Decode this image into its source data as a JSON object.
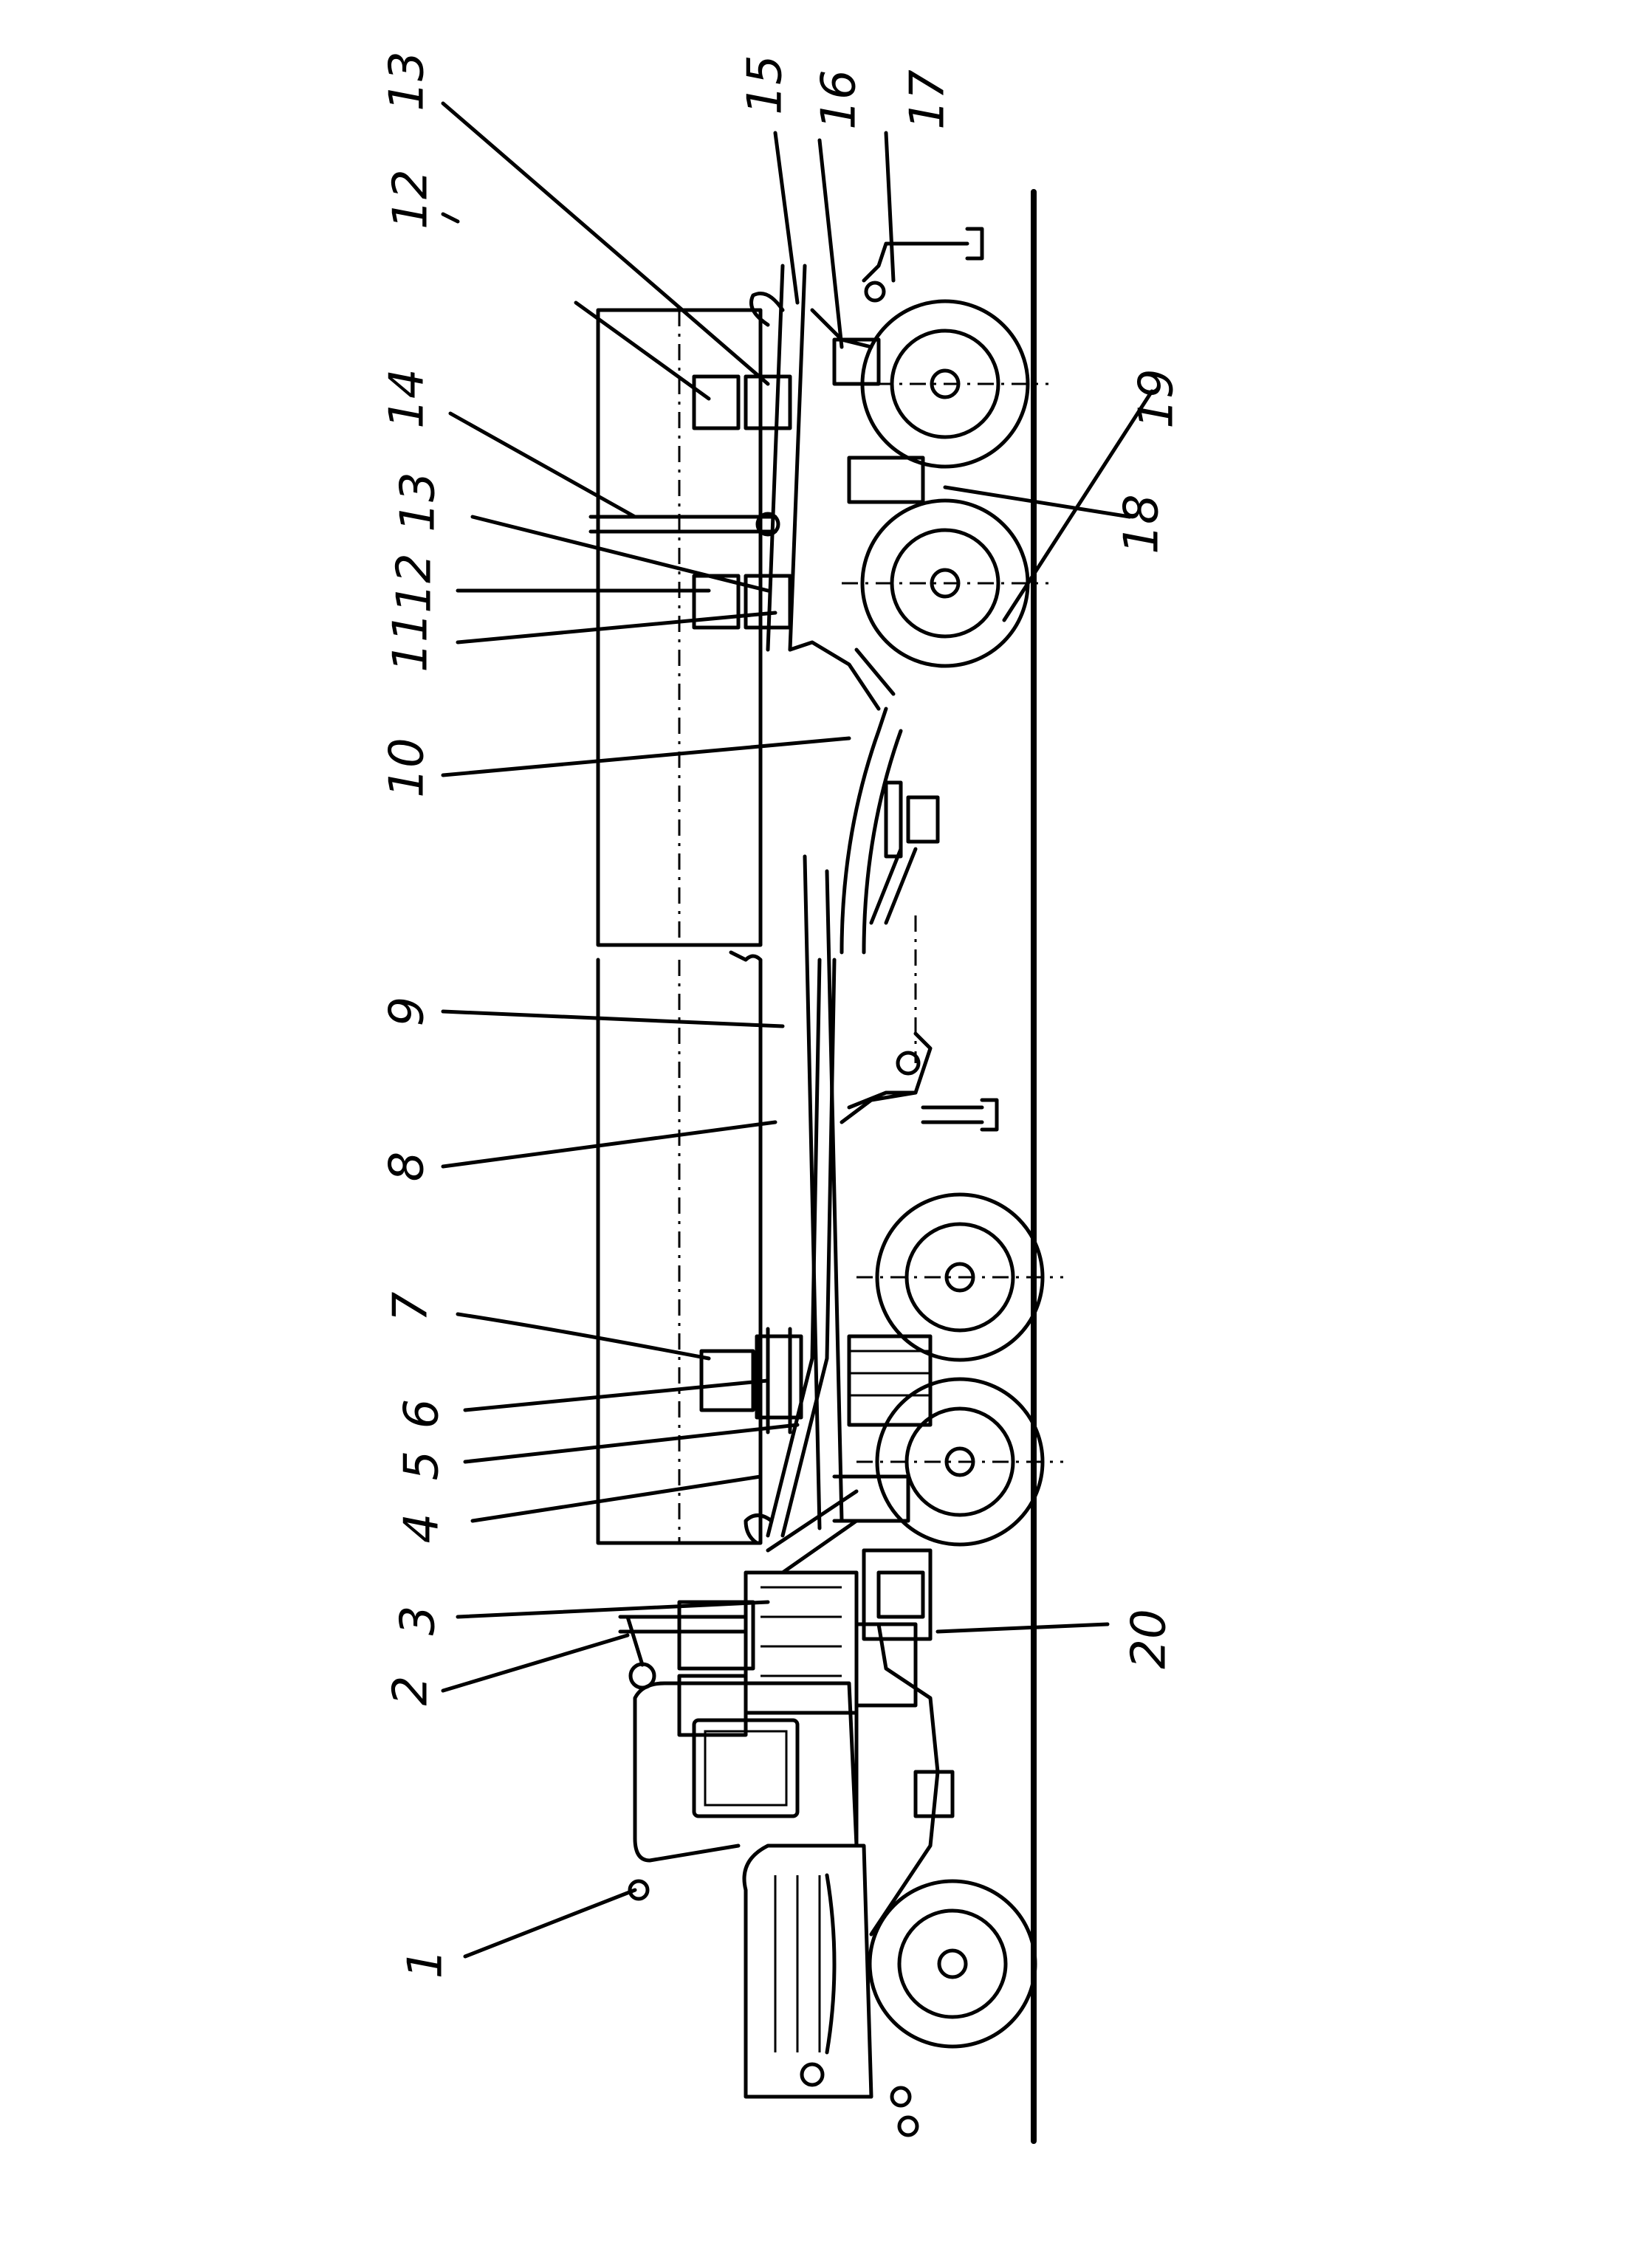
{
  "diagram": {
    "labels": [
      "1",
      "2",
      "3",
      "4",
      "5",
      "6",
      "7",
      "8",
      "9",
      "10",
      "11",
      "12",
      "13",
      "14",
      "12",
      "13",
      "15",
      "16",
      "17",
      "18",
      "19",
      "20"
    ],
    "colors": {
      "ink": "#000000",
      "paper": "#ffffff"
    }
  }
}
